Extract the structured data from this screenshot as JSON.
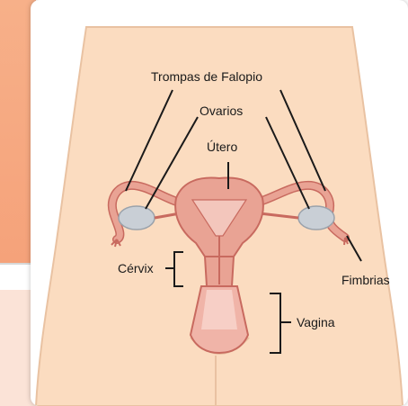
{
  "labels": {
    "trompas": "Trompas de Falopio",
    "ovarios": "Ovarios",
    "utero": "Útero",
    "cervix": "Cérvix",
    "fimbrias": "Fimbrias",
    "vagina": "Vagina"
  },
  "colors": {
    "skin": "#fbdcc0",
    "skin_outline": "#e9c2a2",
    "organ": "#e9a394",
    "organ_dark": "#c86a5f",
    "organ_inner": "#f3c6bc",
    "ovary": "#c9cfd6",
    "side_panel": "#f7b089",
    "leader": "#1a1a1a"
  }
}
